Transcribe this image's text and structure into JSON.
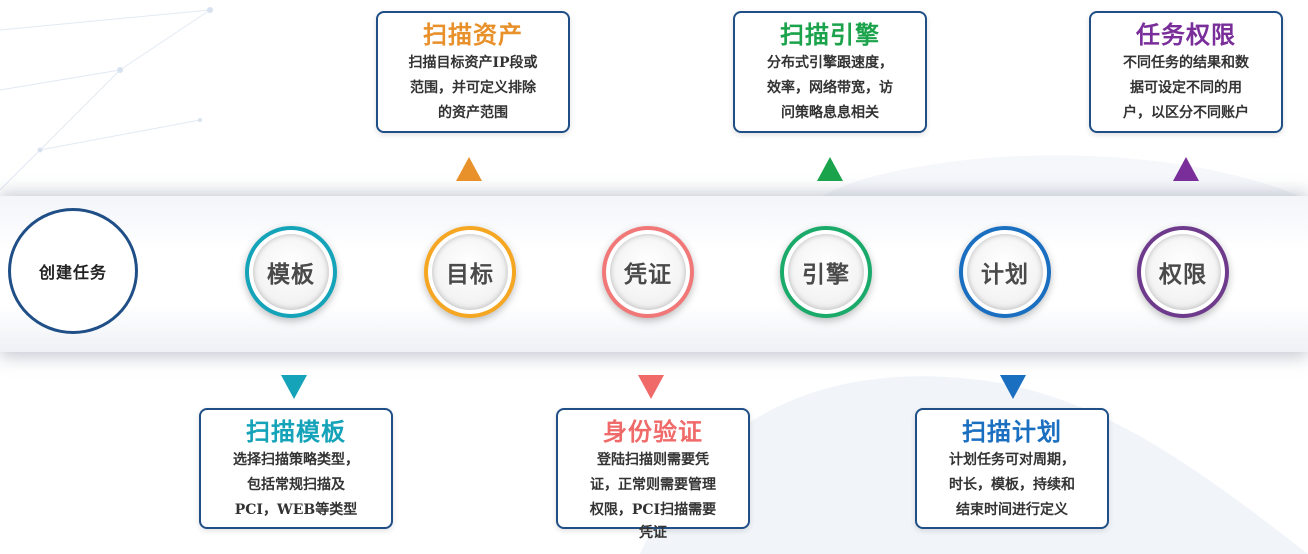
{
  "start": {
    "label": "创建任务"
  },
  "steps": [
    {
      "label": "模板",
      "color": "#14a3b8"
    },
    {
      "label": "目标",
      "color": "#f5a623"
    },
    {
      "label": "凭证",
      "color": "#f07878"
    },
    {
      "label": "引擎",
      "color": "#1aaa6a"
    },
    {
      "label": "计划",
      "color": "#1a6fc0"
    },
    {
      "label": "权限",
      "color": "#6e3a8c"
    }
  ],
  "top_boxes": [
    {
      "title": "扫描资产",
      "color": "#e8902a",
      "lines": [
        "扫描目标资产IP段或",
        "范围，并可定义排除",
        "的资产范围"
      ]
    },
    {
      "title": "扫描引擎",
      "color": "#1aa34a",
      "lines": [
        "分布式引擎跟速度，",
        "效率，网络带宽，访",
        "问策略息息相关"
      ]
    },
    {
      "title": "任务权限",
      "color": "#7a2e9a",
      "lines": [
        "不同任务的结果和数",
        "据可设定不同的用",
        "户，以区分不同账户"
      ]
    }
  ],
  "bottom_boxes": [
    {
      "title": "扫描模板",
      "color": "#14a3b8",
      "lines": [
        "选择扫描策略类型，",
        "包括常规扫描及",
        "PCI，WEB等类型"
      ]
    },
    {
      "title": "身份验证",
      "color": "#f06a6a",
      "lines": [
        "登陆扫描则需要凭",
        "证，正常则需要管理",
        "权限，PCI扫描需要",
        "凭证"
      ]
    },
    {
      "title": "扫描计划",
      "color": "#1a6fc0",
      "lines": [
        "计划任务可对周期，",
        "时长，模板，持续和",
        "结束时间进行定义"
      ]
    }
  ]
}
